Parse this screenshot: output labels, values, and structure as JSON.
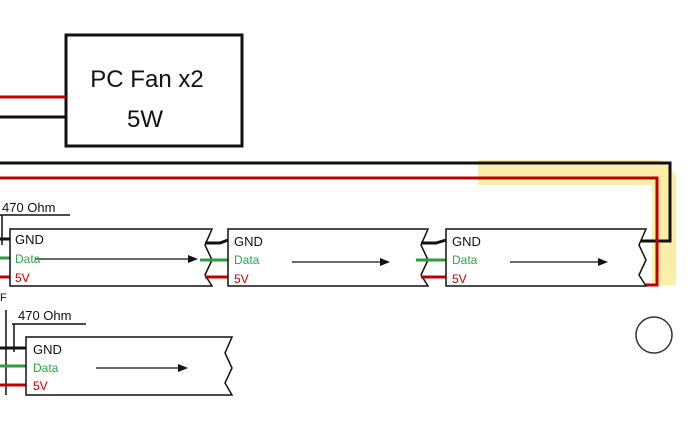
{
  "fan": {
    "line1": "PC Fan x2",
    "line2": "5W"
  },
  "resistors": {
    "r1": "470 Ohm",
    "r2": "470 Ohm"
  },
  "strip": {
    "gnd": "GND",
    "data": "Data",
    "v5": "5V"
  },
  "edge_fragment": "F",
  "colors": {
    "wire_red": "#c00000",
    "wire_black": "#111111",
    "wire_green": "#2e9b3e",
    "highlight": "#f8e060",
    "data_text": "#2ea64a",
    "v5_text": "#c00000"
  }
}
